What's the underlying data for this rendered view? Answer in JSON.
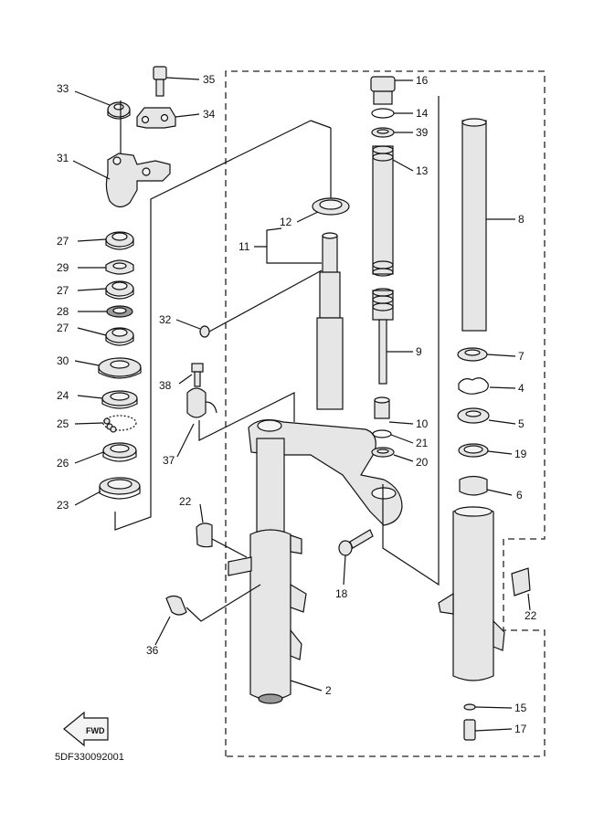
{
  "diagram": {
    "code": "5DF330092001",
    "fwd_label": "FWD",
    "callouts": [
      {
        "num": "35",
        "part": "bolt-top"
      },
      {
        "num": "34",
        "part": "handlebar-holder-upper"
      },
      {
        "num": "33",
        "part": "nut-top"
      },
      {
        "num": "31",
        "part": "handlebar-holder-lower"
      },
      {
        "num": "27",
        "part": "ring-nut-1"
      },
      {
        "num": "29",
        "part": "lock-washer"
      },
      {
        "num": "27",
        "part": "ring-nut-2"
      },
      {
        "num": "28",
        "part": "rubber-washer"
      },
      {
        "num": "27",
        "part": "ring-nut-3"
      },
      {
        "num": "30",
        "part": "bearing-cover"
      },
      {
        "num": "24",
        "part": "upper-race"
      },
      {
        "num": "25",
        "part": "ball"
      },
      {
        "num": "26",
        "part": "bearing-race"
      },
      {
        "num": "23",
        "part": "lower-seal"
      },
      {
        "num": "16",
        "part": "cap-bolt"
      },
      {
        "num": "14",
        "part": "o-ring"
      },
      {
        "num": "39",
        "part": "spacer-washer"
      },
      {
        "num": "13",
        "part": "fork-spring"
      },
      {
        "num": "12",
        "part": "dust-seal"
      },
      {
        "num": "11",
        "part": "under-bracket-assy"
      },
      {
        "num": "8",
        "part": "inner-tube"
      },
      {
        "num": "9",
        "part": "damper-rod"
      },
      {
        "num": "32",
        "part": "bolt-small"
      },
      {
        "num": "38",
        "part": "bolt-clamp"
      },
      {
        "num": "37",
        "part": "clamp"
      },
      {
        "num": "7",
        "part": "dust-seal-fork"
      },
      {
        "num": "4",
        "part": "circlip"
      },
      {
        "num": "5",
        "part": "oil-seal"
      },
      {
        "num": "10",
        "part": "oil-lock-piece"
      },
      {
        "num": "21",
        "part": "circlip-small"
      },
      {
        "num": "20",
        "part": "washer"
      },
      {
        "num": "19",
        "part": "washer-fork"
      },
      {
        "num": "6",
        "part": "slide-metal"
      },
      {
        "num": "22",
        "part": "holder-left"
      },
      {
        "num": "18",
        "part": "bolt-bracket"
      },
      {
        "num": "36",
        "part": "clip"
      },
      {
        "num": "2",
        "part": "outer-tube"
      },
      {
        "num": "22",
        "part": "holder-right"
      },
      {
        "num": "15",
        "part": "gasket"
      },
      {
        "num": "17",
        "part": "bolt-bottom"
      }
    ]
  }
}
